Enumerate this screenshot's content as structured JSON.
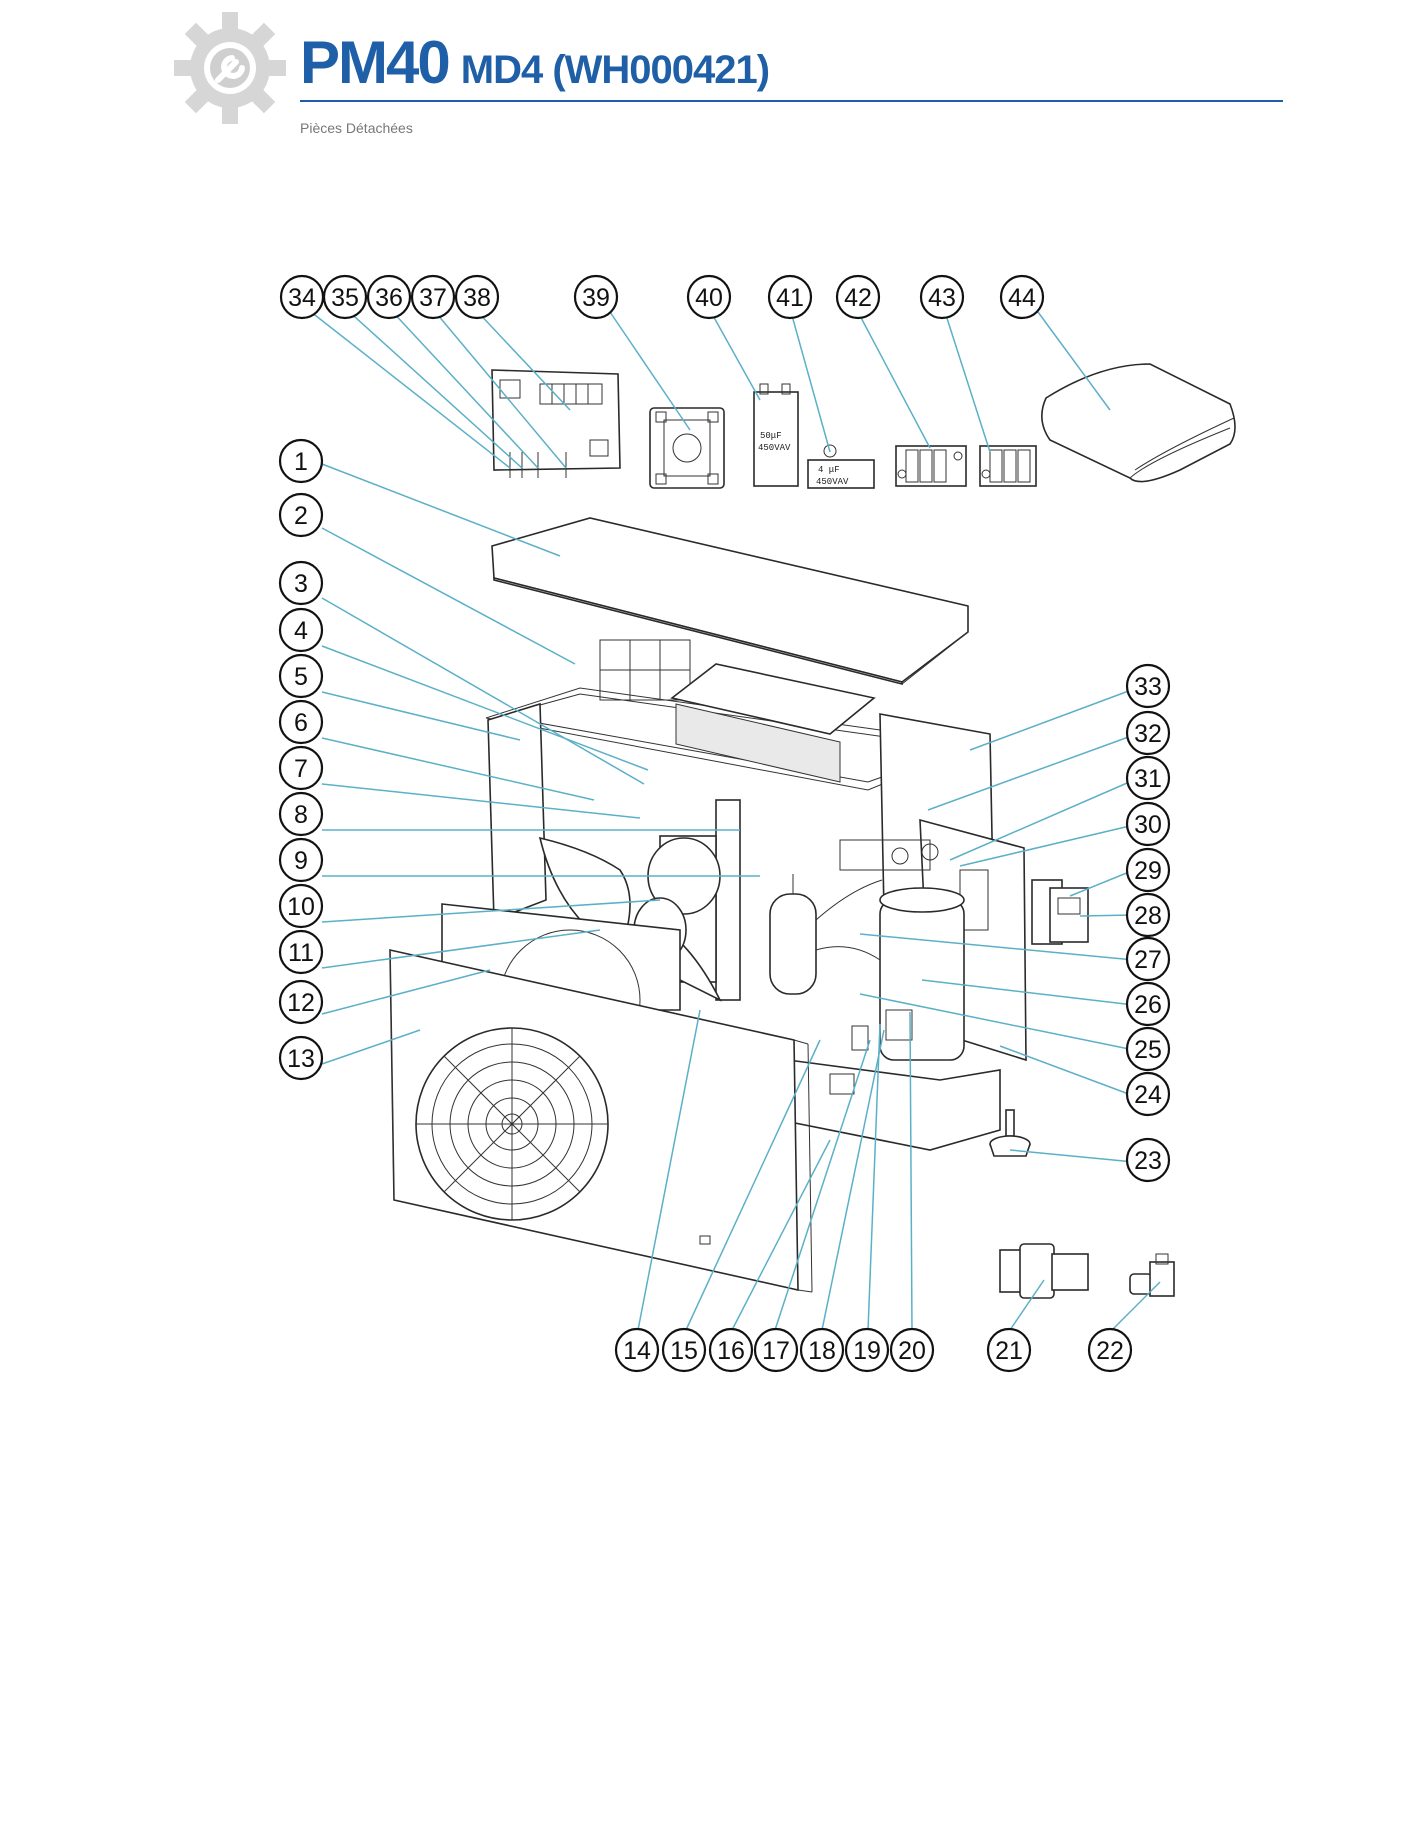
{
  "header": {
    "title_main": "PM40",
    "title_sub": "MD4 (WH000421)",
    "subtitle": "Pièces Détachées",
    "accent_color": "#1f5fa8",
    "logo_icon": "gear-wrench-icon"
  },
  "diagram": {
    "callouts": [
      "1",
      "2",
      "3",
      "4",
      "5",
      "6",
      "7",
      "8",
      "9",
      "10",
      "11",
      "12",
      "13",
      "14",
      "15",
      "16",
      "17",
      "18",
      "19",
      "20",
      "21",
      "22",
      "23",
      "24",
      "25",
      "26",
      "27",
      "28",
      "29",
      "30",
      "31",
      "32",
      "33",
      "34",
      "35",
      "36",
      "37",
      "38",
      "39",
      "40",
      "41",
      "42",
      "43",
      "44"
    ],
    "capacitor_40_label_1": "50μF",
    "capacitor_40_label_2": "450VAV",
    "capacitor_41_label_1": "4 μF",
    "capacitor_41_label_2": "450VAV",
    "leader_color": "#5bb0c8"
  }
}
